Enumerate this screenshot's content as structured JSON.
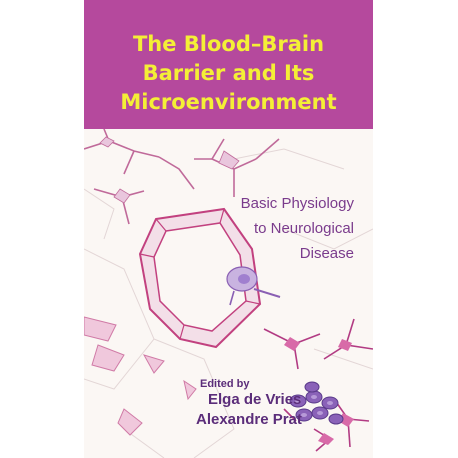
{
  "book": {
    "title_lines": [
      "The Blood–Brain",
      "Barrier and Its",
      "Microenvironment"
    ],
    "subtitle_lines": [
      "Basic Physiology",
      "to Neurological",
      "Disease"
    ],
    "edited_by": "Edited by",
    "editors": [
      "Elga de Vries",
      "Alexandre Prat"
    ]
  },
  "colors": {
    "title_band": "#b5499d",
    "title_text": "#f4ef36",
    "subtitle_text": "#7a3b8c",
    "editor_text": "#5b2d7a",
    "cover_background": "#fbf7f4"
  },
  "illustration": {
    "description_icons": [
      "blood-vessel-cross-section-icon",
      "astrocyte-cell-icon",
      "pericyte-cell-icon",
      "blood-cells-cluster-icon"
    ]
  }
}
